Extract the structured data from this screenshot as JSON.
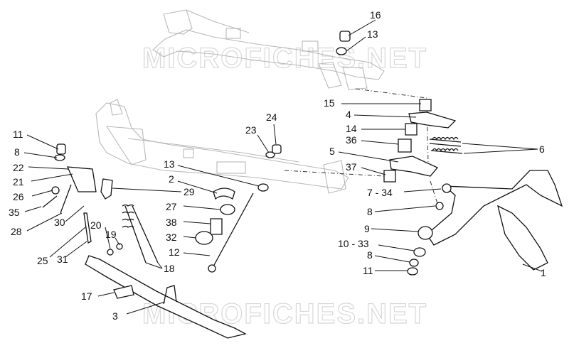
{
  "watermarks": [
    "MICROFICHES.NET",
    "MICROFICHES.NET"
  ],
  "callouts": [
    "16",
    "13",
    "15",
    "4",
    "14",
    "36",
    "6",
    "5",
    "37",
    "7 - 34",
    "8",
    "9",
    "10 - 33",
    "8",
    "11",
    "1",
    "11",
    "8",
    "22",
    "21",
    "26",
    "35",
    "28",
    "30",
    "25",
    "31",
    "24",
    "23",
    "13",
    "2",
    "29",
    "27",
    "38",
    "32",
    "12",
    "20",
    "19",
    "18",
    "17",
    "3"
  ]
}
